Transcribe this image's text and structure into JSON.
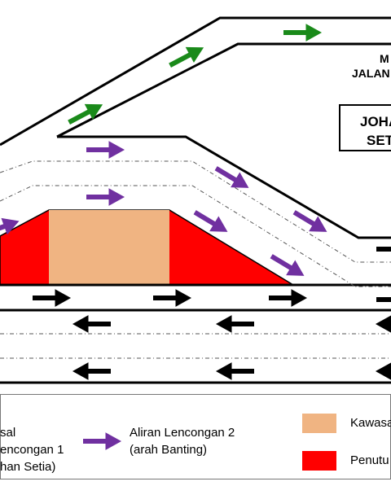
{
  "map_labels": {
    "top_right_line1": "M",
    "top_right_line2": "JALAN J",
    "box_line1": "JOHA",
    "box_line2": "SET"
  },
  "legend": {
    "item1_line1": "sal",
    "item1_line2": "encongan 1",
    "item1_line3": "han Setia)",
    "item2_line1": "Aliran Lencongan 2",
    "item2_line2": "(arah Banting)",
    "item3": "Kawasa",
    "item4": "Penutu"
  },
  "colors": {
    "green_arrow": "#1a8a1a",
    "purple_arrow": "#7030a0",
    "black_arrow": "#000000",
    "work_area": "#f0b482",
    "closure": "#ff0000"
  },
  "icons": {
    "green": "arrow-right-icon",
    "purple": "arrow-right-icon",
    "black": "arrow-icon"
  }
}
